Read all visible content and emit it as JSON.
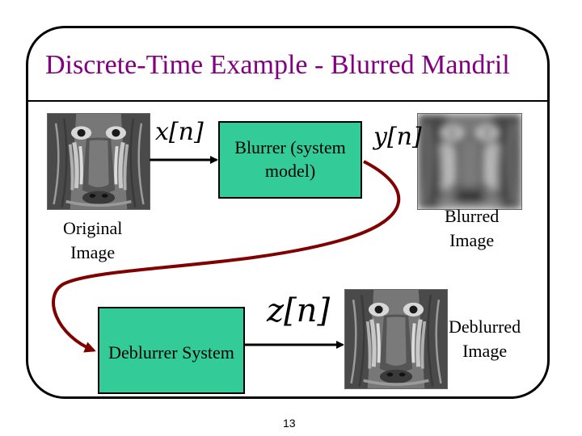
{
  "title": "Discrete-Time Example - Blurred Mandril",
  "blurrer_box": {
    "line1": "Blurrer (system",
    "line2": "model)"
  },
  "deblurrer_box": {
    "label": "Deblurrer System"
  },
  "signals": {
    "x": "x[n]",
    "y": "y[n]",
    "z": "z[n]"
  },
  "labels": {
    "original": [
      "Original",
      "Image"
    ],
    "blurred": [
      "Blurred",
      "Image"
    ],
    "deblurred": [
      "Deblurred",
      "Image"
    ]
  },
  "images": {
    "original": "mandrill-photo-grayscale",
    "blurred": "mandrill-photo-blurred",
    "deblurred": "mandrill-photo-grayscale"
  },
  "colors": {
    "title": "#800080",
    "box_fill": "#33cc99",
    "arrow_curve": "#800000"
  },
  "page_number": "13"
}
